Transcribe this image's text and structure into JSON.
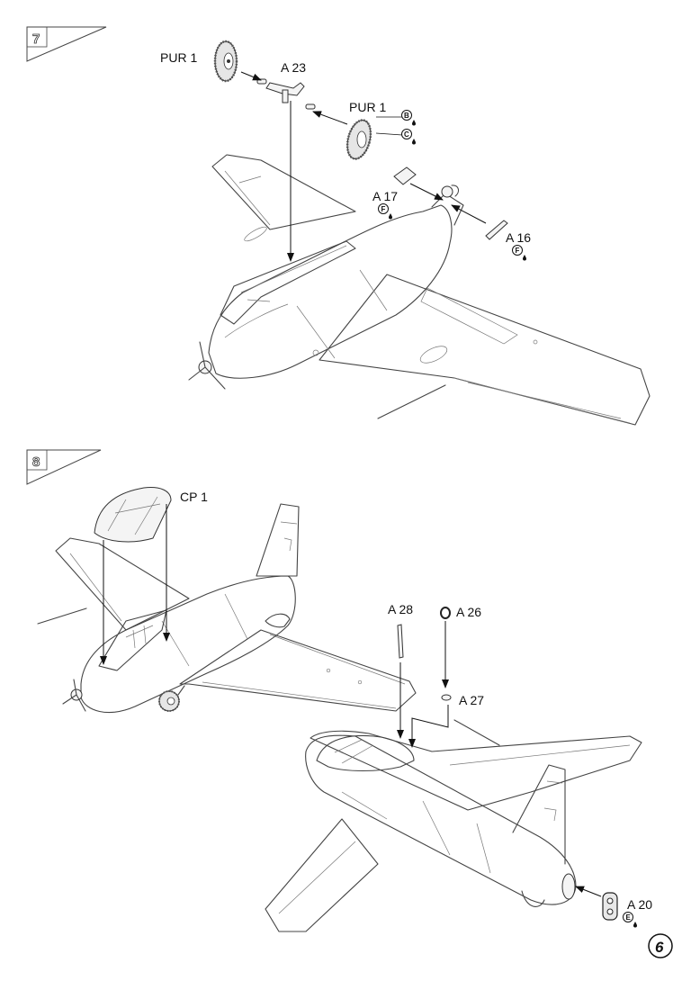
{
  "page": {
    "number": "6"
  },
  "steps": [
    {
      "number": "7",
      "callouts": [
        {
          "id": "pur1_top",
          "label": "PUR 1"
        },
        {
          "id": "a23",
          "label": "A 23"
        },
        {
          "id": "pur1_right",
          "label": "PUR 1",
          "paint_codes": [
            "B",
            "C"
          ]
        },
        {
          "id": "a17",
          "label": "A 17",
          "paint_codes": [
            "F"
          ]
        },
        {
          "id": "a16",
          "label": "A 16",
          "paint_codes": [
            "F"
          ]
        }
      ]
    },
    {
      "number": "8",
      "callouts": [
        {
          "id": "cp1",
          "label": "CP 1"
        },
        {
          "id": "a28",
          "label": "A 28"
        },
        {
          "id": "a26",
          "label": "A 26"
        },
        {
          "id": "a27",
          "label": "A 27"
        },
        {
          "id": "a20",
          "label": "A 20",
          "paint_codes": [
            "E"
          ]
        }
      ]
    }
  ]
}
